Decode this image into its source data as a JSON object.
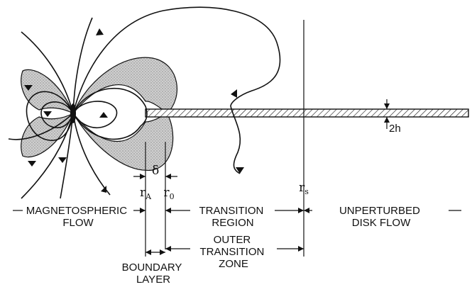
{
  "labels": {
    "magnetospheric_flow": [
      "MAGNETOSPHERIC",
      "FLOW"
    ],
    "transition_region": [
      "TRANSITION",
      "REGION"
    ],
    "unperturbed_disk_flow": [
      "UNPERTURBED",
      "DISK FLOW"
    ],
    "outer_transition_zone": [
      "OUTER",
      "TRANSITION",
      "ZONE"
    ],
    "boundary_layer": [
      "BOUNDARY",
      "LAYER"
    ],
    "delta": "δ",
    "r_A": {
      "base": "r",
      "sub": "A"
    },
    "r_0": {
      "base": "r",
      "sub": "0"
    },
    "r_s": {
      "base": "r",
      "sub": "s"
    },
    "thickness": "2h"
  },
  "colors": {
    "ink": "#111111",
    "stipple": "#c9c9c9"
  }
}
